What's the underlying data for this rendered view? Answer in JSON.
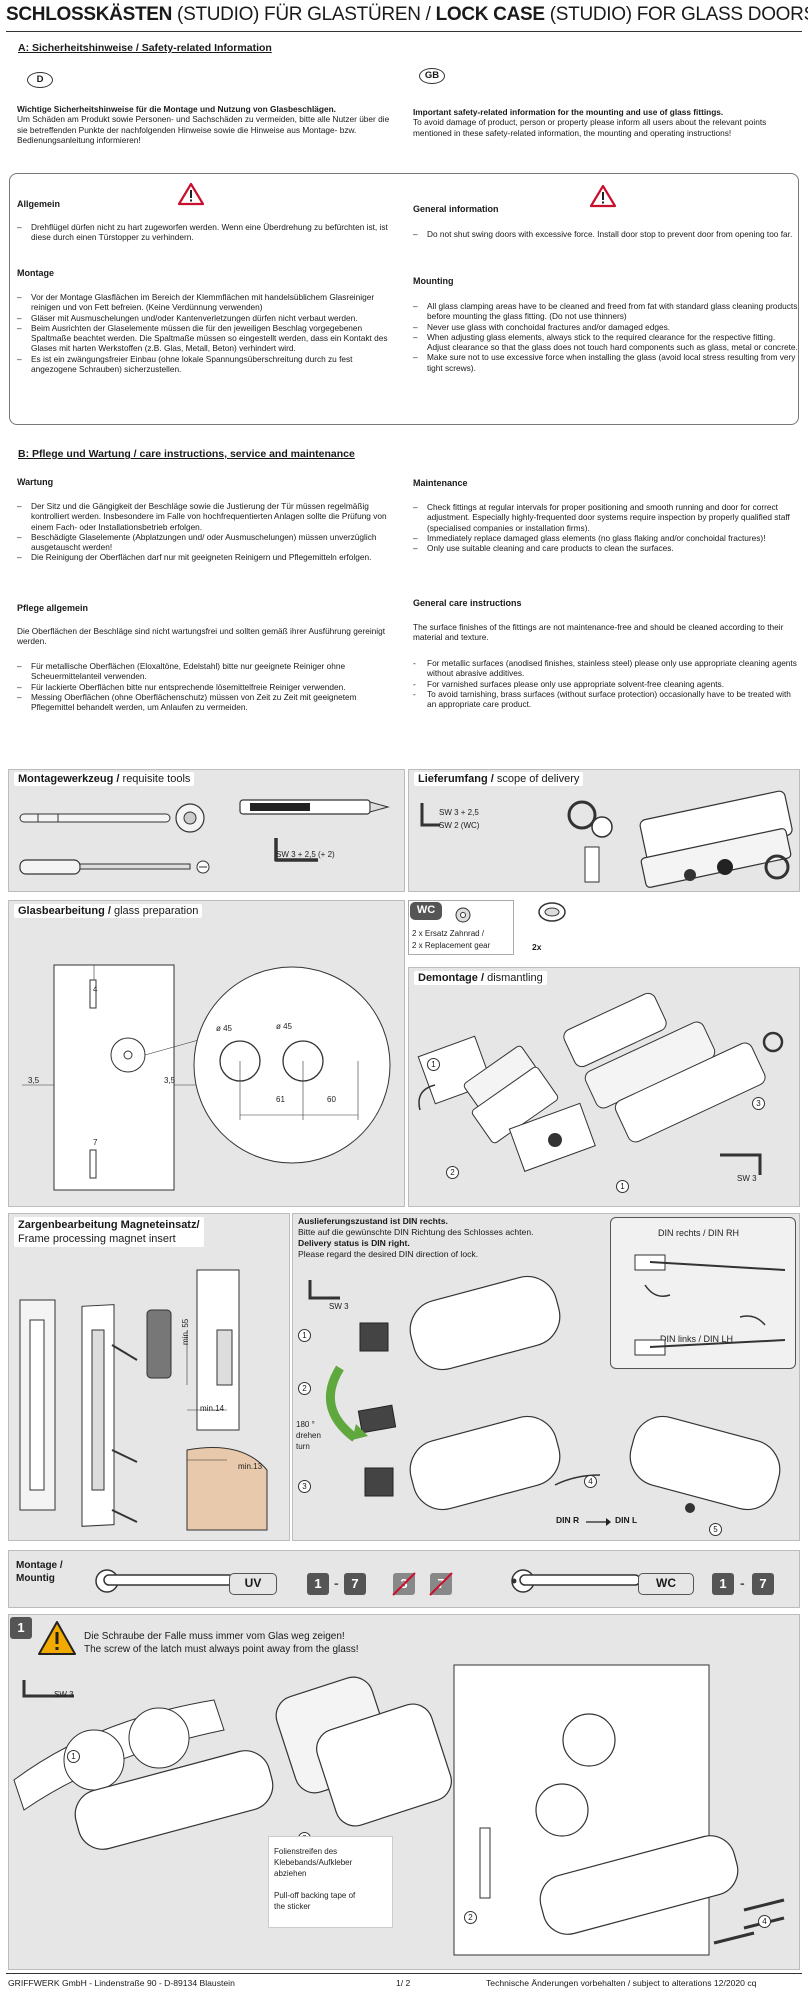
{
  "header": {
    "title_de_bold": "SCHLOSSKÄSTEN",
    "title_de_rest": " (STUDIO) FÜR GLASTÜREN / ",
    "title_en_bold": "LOCK CASE",
    "title_en_rest": " (STUDIO) FOR GLASS DOORS"
  },
  "section_a": {
    "title": "A:  Sicherheitshinweise / Safety-related Information",
    "badge_de": "D",
    "badge_en": "GB",
    "intro_de_bold": "Wichtige Sicherheitshinweise für die Montage und Nutzung von Glasbeschlägen.",
    "intro_de_text": "Um Schäden am Produkt sowie Personen- und Sachschäden zu vermeiden, bitte alle Nutzer über die sie betreffenden Punkte der nachfolgenden Hinweise sowie die Hinweise aus Montage- bzw. Bedienungsanleitung informieren!",
    "intro_en_bold": "Important safety-related information for the mounting and use of glass fittings.",
    "intro_en_text": "To avoid damage of product, person or property please inform all users about the relevant points mentioned in these safety-related information, the mounting and operating instructions!",
    "allgemein_title": "Allgemein",
    "allgemein_items": [
      "Drehflügel dürfen nicht zu hart zugeworfen werden. Wenn eine Überdrehung zu befürchten ist, ist diese durch einen Türstopper zu verhindern."
    ],
    "general_title": "General information",
    "general_items": [
      "Do not shut swing doors with excessive force. Install door stop to prevent door from opening too far."
    ],
    "montage_title": "Montage",
    "montage_items": [
      "Vor der Montage Glasflächen im Bereich der Klemmflächen mit handelsüblichem Glasreiniger reinigen und von Fett befreien. (Keine Verdünnung verwenden)",
      "Gläser mit Ausmuschelungen und/oder Kantenverletzungen dürfen nicht verbaut werden.",
      "Beim Ausrichten der Glaselemente müssen die für den jeweiligen Beschlag vorgegebenen Spaltmaße beachtet werden. Die Spaltmaße müssen so eingestellt werden, dass ein Kontakt des Glases mit harten Werkstoffen (z.B. Glas, Metall, Beton) verhindert wird.",
      "Es ist ein zwängungsfreier Einbau (ohne lokale Spannungsüberschreitung durch zu fest angezogene Schrauben) sicherzustellen."
    ],
    "mounting_title": "Mounting",
    "mounting_items": [
      "All glass clamping areas have to be cleaned and freed from fat with standard glass cleaning products before mounting the glass fitting. (Do not use thinners)",
      "Never use glass with conchoidal fractures and/or damaged edges.",
      "When adjusting glass elements, always stick to the required clearance for the respective fitting. Adjust clearance so that the glass does not touch hard components such as glass, metal or concrete.",
      "Make sure not to use excessive force when installing the glass (avoid local stress resulting from very tight screws)."
    ]
  },
  "section_b": {
    "title": "B:  Pflege und Wartung / care instructions, service and maintenance",
    "wartung_title": "Wartung",
    "wartung_items": [
      "Der Sitz und die Gängigkeit der Beschläge sowie die Justierung der Tür müssen regelmäßig kontrolliert werden. Insbesondere im Falle von hochfrequentierten Anlagen sollte die Prüfung von einem Fach- oder Installationsbetrieb erfolgen.",
      "Beschädigte Glaselemente (Abplatzungen und/ oder Ausmuschelungen) müssen unverzüglich ausgetauscht werden!",
      "Die Reinigung der Oberflächen darf nur mit geeigneten Reinigern und Pflegemitteln erfolgen."
    ],
    "maintenance_title": "Maintenance",
    "maintenance_items": [
      "Check fittings at regular intervals for proper positioning and smooth running and door for correct adjustment. Especially highly-frequented door systems require inspection by properly qualified staff (specialised companies or installation firms).",
      "Immediately replace damaged glass elements (no glass flaking and/or conchoidal fractures)!",
      "Only use suitable cleaning and care products to clean the surfaces."
    ],
    "pflege_title": "Pflege allgemein",
    "pflege_intro": "Die Oberflächen der Beschläge sind nicht wartungsfrei und sollten gemäß ihrer Ausführung gereinigt werden.",
    "pflege_items": [
      "Für metallische Oberflächen (Eloxaltöne, Edelstahl) bitte nur geeignete Reiniger ohne Scheuermittelanteil verwenden.",
      "Für lackierte Oberflächen bitte nur entsprechende lösemittelfreie Reiniger verwenden.",
      "Messing Oberflächen (ohne Oberflächenschutz) müssen von Zeit zu Zeit mit geeignetem Pflegemittel behandelt werden, um Anlaufen zu vermeiden."
    ],
    "care_title": "General care instructions",
    "care_intro": "The surface finishes of the fittings are not maintenance-free and should be cleaned according to their material and texture.",
    "care_items": [
      "For metallic surfaces (anodised finishes, stainless steel) please only use appropriate cleaning agents without abrasive additives.",
      "For varnished surfaces please only use appropriate solvent-free cleaning agents.",
      "To avoid tarnishing, brass surfaces (without surface protection) occasionally have to be treated with an appropriate care product."
    ]
  },
  "tools": {
    "title_de": "Montagewerkzeug / ",
    "title_en": "requisite tools",
    "label": "SW 3 + 2,5 (+ 2)"
  },
  "delivery": {
    "title_de": "Lieferumfang / ",
    "title_en": "scope of delivery",
    "label1": "SW 3 + 2,5",
    "label2": "SW 2 (WC)"
  },
  "wc_box": {
    "badge": "WC",
    "line1": "2 x Ersatz Zahnrad /",
    "line2": "2 x Replacement gear",
    "qty": "2x"
  },
  "glass": {
    "title_de": "Glasbearbeitung / ",
    "title_en": "glass preparation",
    "dim_4": "4",
    "dim_7": "7",
    "dim_35_left": "3,5",
    "dim_35_right": "3,5",
    "dia1": "ø 45",
    "dia2": "ø 45",
    "dim_61": "61",
    "dim_60": "60"
  },
  "dismantling": {
    "title_de": "Demontage / ",
    "title_en": "dismantling",
    "sw": "SW 3",
    "steps": [
      "1",
      "2",
      "3"
    ]
  },
  "frame": {
    "title_de": "Zargenbearbeitung Magneteinsatz/",
    "title_en": "Frame processing magnet insert",
    "min55": "min. 55",
    "min14": "min.14",
    "min13": "min.13"
  },
  "din": {
    "line1_bold": "Auslieferungszustand ist DIN rechts.",
    "line2": "Bitte auf die gewünschte DIN Richtung des Schlosses achten.",
    "line3_bold": "Delivery status is DIN right.",
    "line4": "Please regard the desired DIN direction of lock.",
    "sw": "SW 3",
    "rotate_deg": "180 °",
    "rotate_de": "drehen",
    "rotate_en": "turn",
    "din_r": "DIN R",
    "din_l": "DIN L",
    "din_rechts": "DIN rechts / DIN RH",
    "din_links": "DIN links / DIN LH",
    "steps": [
      "1",
      "2",
      "3",
      "4",
      "5"
    ]
  },
  "mounting_bar": {
    "title1": "Montage /",
    "title2": "Mountig",
    "uv": "UV",
    "wc": "WC",
    "uv_start": "1",
    "uv_end": "7",
    "uv_crossed_1": "3",
    "uv_crossed_2": "7",
    "wc_start": "1",
    "wc_end": "7",
    "dash": "-"
  },
  "step1": {
    "num": "1",
    "note_de": "Die Schraube der Falle muss immer vom Glas weg zeigen!",
    "note_en": "The screw of the latch must always point away from the glass!",
    "sw": "SW 3",
    "foil1": "Folienstreifen des",
    "foil2": "Klebebands/Aufkleber",
    "foil3": "abziehen",
    "foil4": "Pull-off backing tape of",
    "foil5": "the sticker",
    "steps": [
      "1",
      "2",
      "3",
      "4"
    ]
  },
  "footer": {
    "company": "GRIFFWERK GmbH  -  Lindenstraße 90  -  D-89134 Blaustein",
    "page": "1/ 2",
    "notice": "Technische Änderungen vorbehalten / subject to alterations 12/2020 cq"
  },
  "colors": {
    "panel_bg": "#e6e6e6",
    "arrow_green": "#5fa83e",
    "warn_red": "#c8102e",
    "warn_yellow": "#f2a900",
    "dark_square": "#555555"
  }
}
